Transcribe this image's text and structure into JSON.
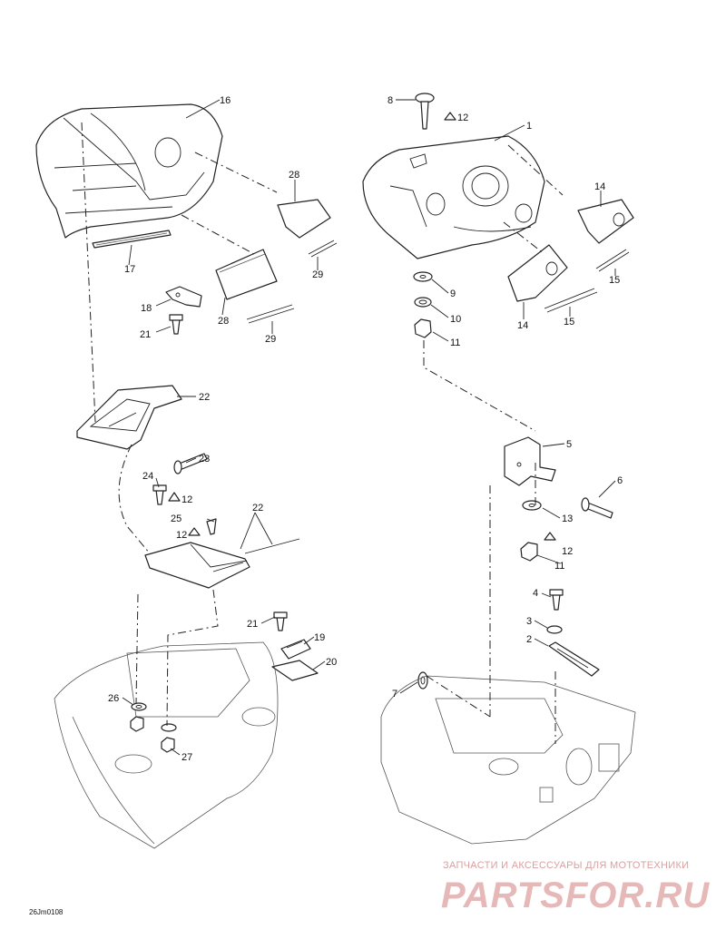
{
  "callouts": [
    {
      "id": "c16a",
      "text": "16"
    },
    {
      "id": "c17",
      "text": "17"
    },
    {
      "id": "c28a",
      "text": "28"
    },
    {
      "id": "c28b",
      "text": "28"
    },
    {
      "id": "c29a",
      "text": "29"
    },
    {
      "id": "c29b",
      "text": "29"
    },
    {
      "id": "c18",
      "text": "18"
    },
    {
      "id": "c21a",
      "text": "21"
    },
    {
      "id": "c22a",
      "text": "22"
    },
    {
      "id": "c23",
      "text": "23"
    },
    {
      "id": "c24",
      "text": "24"
    },
    {
      "id": "c12a",
      "text": "12"
    },
    {
      "id": "c25",
      "text": "25"
    },
    {
      "id": "c12b",
      "text": "12"
    },
    {
      "id": "c22b",
      "text": "22"
    },
    {
      "id": "c21b",
      "text": "21"
    },
    {
      "id": "c19",
      "text": "19"
    },
    {
      "id": "c20",
      "text": "20"
    },
    {
      "id": "c26",
      "text": "26"
    },
    {
      "id": "c27",
      "text": "27"
    },
    {
      "id": "c8",
      "text": "8"
    },
    {
      "id": "c12c",
      "text": "12"
    },
    {
      "id": "c1",
      "text": "1"
    },
    {
      "id": "c14a",
      "text": "14"
    },
    {
      "id": "c15a",
      "text": "15"
    },
    {
      "id": "c14b",
      "text": "14"
    },
    {
      "id": "c15b",
      "text": "15"
    },
    {
      "id": "c9",
      "text": "9"
    },
    {
      "id": "c10",
      "text": "10"
    },
    {
      "id": "c11a",
      "text": "11"
    },
    {
      "id": "c5",
      "text": "5"
    },
    {
      "id": "c6",
      "text": "6"
    },
    {
      "id": "c13",
      "text": "13"
    },
    {
      "id": "c12d",
      "text": "12"
    },
    {
      "id": "c11b",
      "text": "11"
    },
    {
      "id": "c4",
      "text": "4"
    },
    {
      "id": "c3",
      "text": "3"
    },
    {
      "id": "c2",
      "text": "2"
    },
    {
      "id": "c7",
      "text": "7"
    }
  ],
  "drawing_code": "26Jm0108",
  "watermark": {
    "line1": "ЗАПЧАСТИ И АКСЕССУАРЫ ДЛЯ МОТОТЕХНИКИ",
    "line2": "PARTSFOR.RU"
  },
  "colors": {
    "line": "#222222",
    "watermark": "#e6b8b8"
  }
}
